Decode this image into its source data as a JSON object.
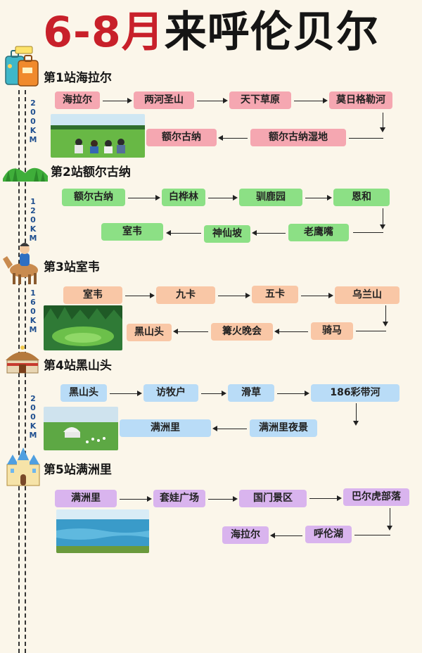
{
  "header": {
    "title_red": "6-8月",
    "title_black": "来呼伦贝尔"
  },
  "stations": [
    {
      "title": "第1站海拉尔",
      "distance": "200KM",
      "row1": [
        "海拉尔",
        "两河圣山",
        "天下草原",
        "莫日格勒河"
      ],
      "row2": [
        "额尔古纳",
        "额尔古纳湿地"
      ]
    },
    {
      "title": "第2站额尔古纳",
      "distance": "120KM",
      "row1": [
        "额尔古纳",
        "白桦林",
        "驯鹿园",
        "恩和"
      ],
      "row2": [
        "室韦",
        "神仙坡",
        "老鹰嘴"
      ]
    },
    {
      "title": "第3站室韦",
      "distance": "160KM",
      "row1": [
        "室韦",
        "九卡",
        "五卡",
        "乌兰山"
      ],
      "row2": [
        "黑山头",
        "篝火晚会",
        "骑马"
      ]
    },
    {
      "title": "第4站黑山头",
      "distance": "200KM",
      "row1": [
        "黑山头",
        "访牧户",
        "滑草",
        "186彩带河"
      ],
      "row2": [
        "满洲里",
        "满洲里夜景"
      ]
    },
    {
      "title": "第5站满洲里",
      "row1": [
        "满洲里",
        "套娃广场",
        "国门景区",
        "巴尔虎部落"
      ],
      "row2": [
        "海拉尔",
        "呼伦湖"
      ]
    }
  ],
  "colors": {
    "station1": "#f5a7b1",
    "station2": "#8ce085",
    "station3": "#f9c7a6",
    "station4": "#b9dcf7",
    "station5": "#d9b4ee",
    "title_red": "#c8202a"
  },
  "icons": [
    "suitcase-icon",
    "grassland-icon",
    "horse-rider-icon",
    "yurt-icon",
    "castle-icon"
  ]
}
